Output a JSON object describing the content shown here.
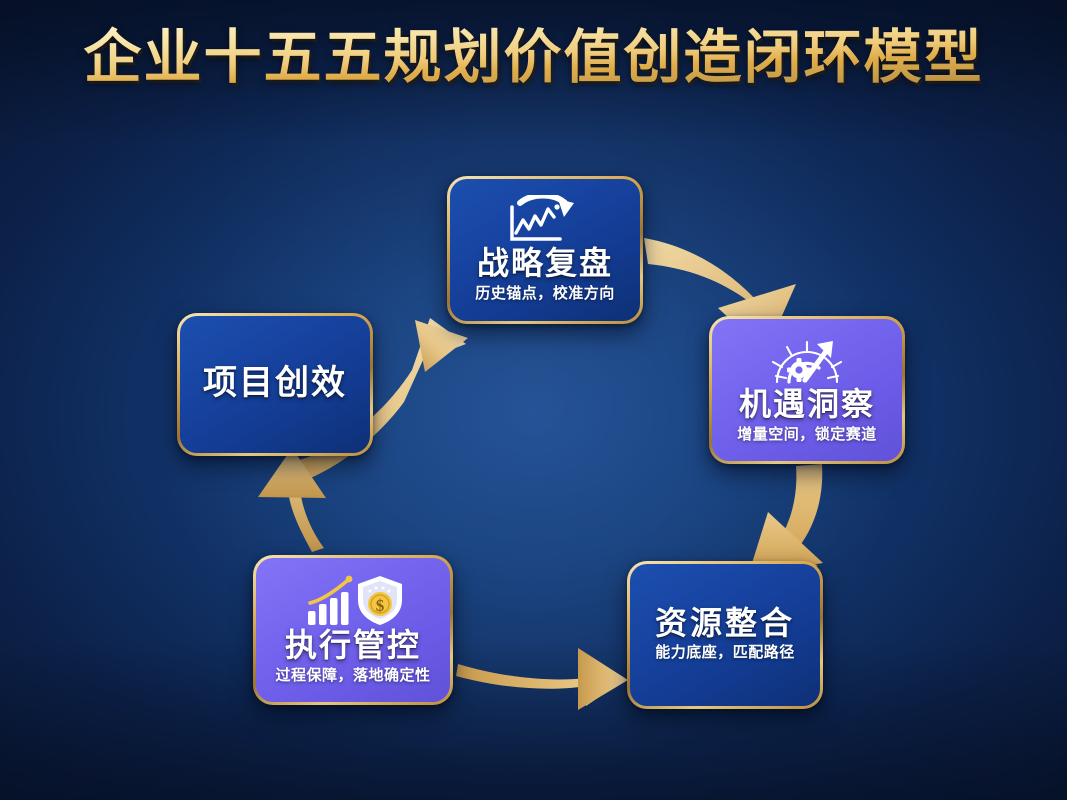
{
  "page": {
    "title": "企业十五五规划价值创造闭环模型",
    "background_color": "#12396f",
    "background_edge_color": "#09162f",
    "gold_accent": "#e0b862"
  },
  "nodes": [
    {
      "id": "strategic-review",
      "title": "战略复盘",
      "subtitle": "历史锚点，校准方向",
      "theme": "blue",
      "card_color": "#1743a0",
      "icon": "chart-refresh-icon",
      "has_icon": true
    },
    {
      "id": "opportunity-insight",
      "title": "机遇洞察",
      "subtitle": "增量空间，锁定赛道",
      "theme": "purple",
      "card_color": "#7566ef",
      "icon": "radar-gear-growth-icon",
      "has_icon": true
    },
    {
      "id": "resource-integration",
      "title": "资源整合",
      "subtitle": "能力底座，匹配路径",
      "theme": "blue",
      "card_color": "#1743a0",
      "icon": "",
      "has_icon": false
    },
    {
      "id": "execution-control",
      "title": "执行管控",
      "subtitle": "过程保障，落地确定性",
      "theme": "purple",
      "card_color": "#7566ef",
      "icon": "bar-chart-shield-coin-icon",
      "has_icon": true
    },
    {
      "id": "project-value",
      "title": "项目创效",
      "subtitle": "",
      "theme": "blue",
      "card_color": "#1743a0",
      "icon": "",
      "has_icon": false
    }
  ],
  "arrows": [
    {
      "id": "value-to-review",
      "from": "项目创效",
      "to": "战略复盘",
      "direction": "up-right",
      "color": "#e8c88b"
    },
    {
      "id": "review-to-insight",
      "from": "战略复盘",
      "to": "机遇洞察",
      "direction": "down-right",
      "color": "#e8c88b"
    },
    {
      "id": "insight-to-resource",
      "from": "机遇洞察",
      "to": "资源整合",
      "direction": "down-left",
      "color": "#e0b36a"
    },
    {
      "id": "control-to-resource",
      "from": "执行管控",
      "to": "资源整合",
      "direction": "right",
      "color": "#e0b36a"
    },
    {
      "id": "control-to-value",
      "from": "执行管控",
      "to": "项目创效",
      "direction": "up",
      "color": "#ddb068"
    }
  ]
}
